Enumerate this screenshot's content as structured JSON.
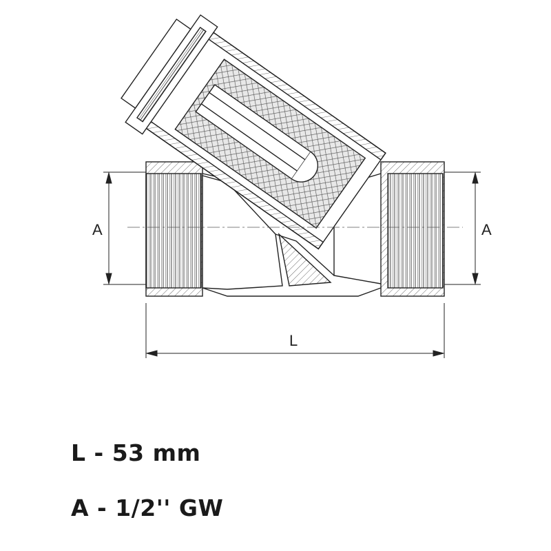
{
  "drawing": {
    "title": "Y-strainer cross-section",
    "dimension_labels": {
      "left_a": "A",
      "right_a": "A",
      "length": "L"
    }
  },
  "specs": {
    "length": "L - 53 mm",
    "connection": "A - 1/2'' GW"
  }
}
